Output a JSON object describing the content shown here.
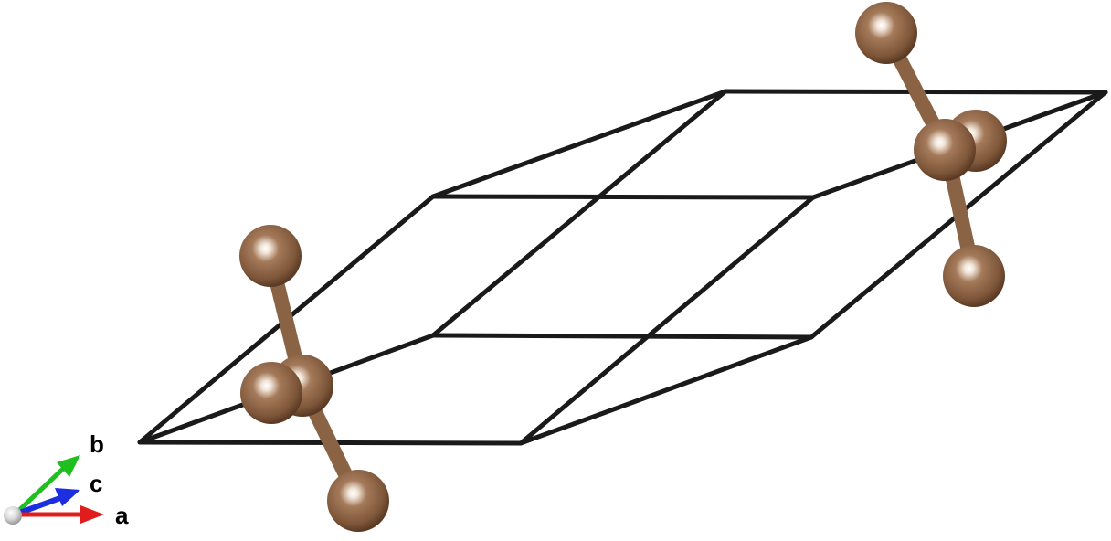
{
  "structure": {
    "atom_color": "#8b6548",
    "cell_edge_color": "#1a1a1a"
  },
  "axes": {
    "a": {
      "label": "a",
      "color": "#e11c1c"
    },
    "b": {
      "label": "b",
      "color": "#1fbf1f"
    },
    "c": {
      "label": "c",
      "color": "#1c2fe0"
    },
    "origin_color": "#cfcfcf"
  }
}
